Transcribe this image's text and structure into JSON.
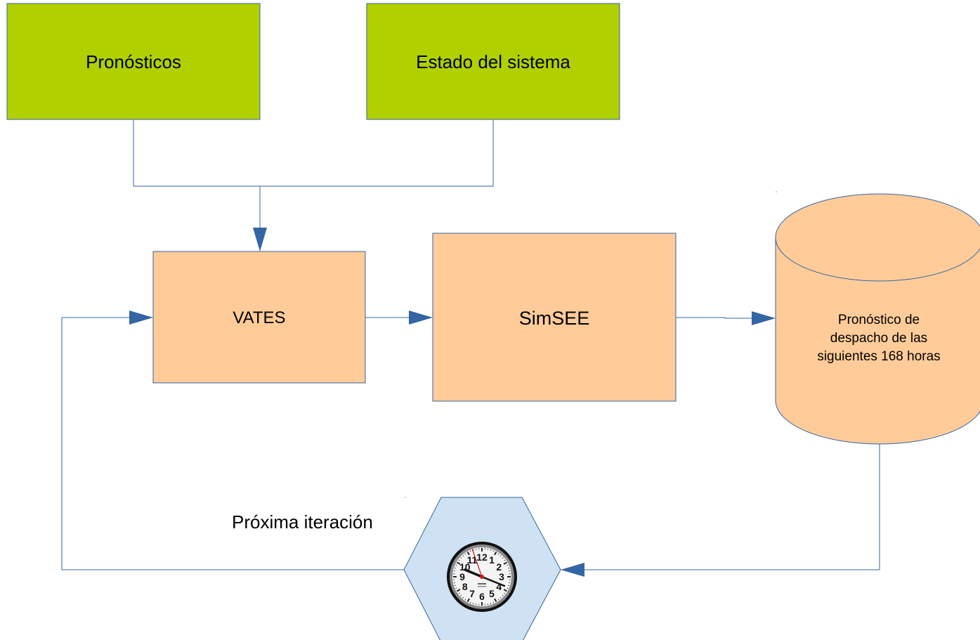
{
  "nodes": {
    "pronosticos": {
      "label": "Pronósticos"
    },
    "estado": {
      "label": "Estado del sistema"
    },
    "vates": {
      "label": "VATES"
    },
    "simsee": {
      "label": "SimSEE"
    },
    "database": {
      "lines": [
        "Pronóstico de",
        "despacho de las",
        "siguientes 168 horas"
      ]
    },
    "next_iteration": {
      "label": "Próxima iteración"
    }
  },
  "clock": {
    "numerals": [
      "12",
      "1",
      "2",
      "3",
      "4",
      "5",
      "6",
      "7",
      "8",
      "9",
      "10",
      "11"
    ]
  },
  "colors": {
    "input_fill": "#b0d000",
    "process_fill": "#ffcc99",
    "hexagon_fill": "#cfe2f3",
    "stroke": "#3465a4",
    "line": "#3465a4"
  }
}
